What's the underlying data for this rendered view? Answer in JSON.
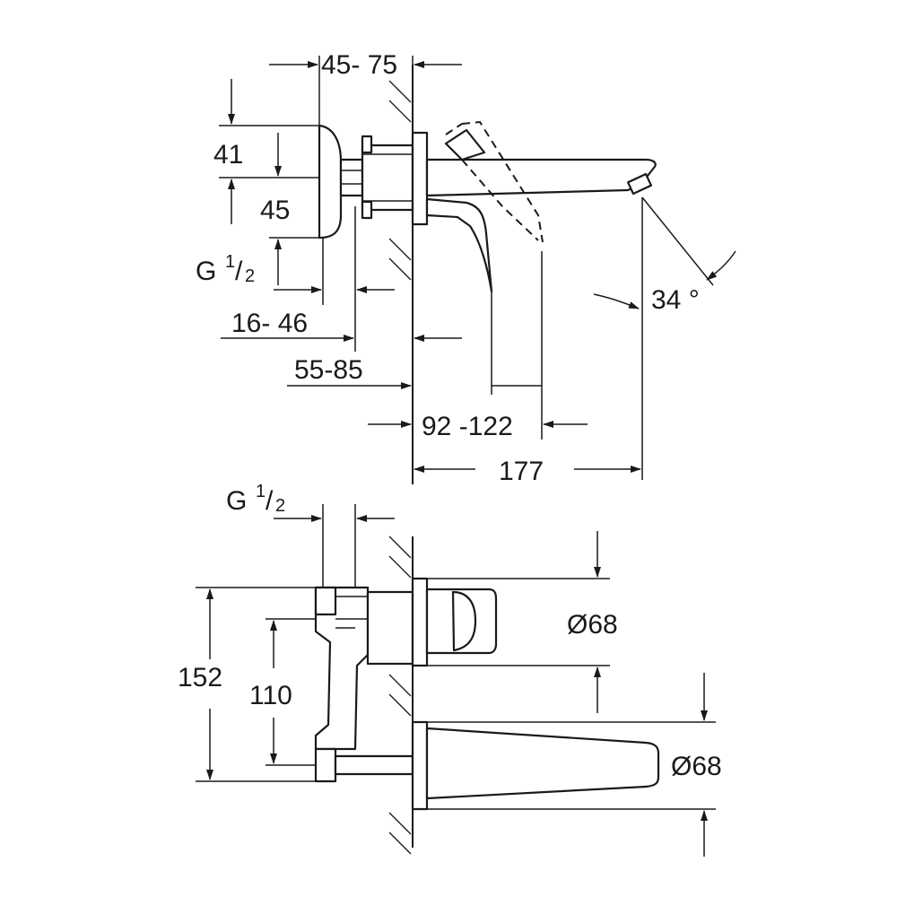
{
  "side_view": {
    "dims": {
      "wall_depth_range": "45- 75",
      "height_upper": "41",
      "height_lower": "45",
      "thread_prefix": "G",
      "thread_num": "1",
      "thread_slash": "/",
      "thread_den": "2",
      "depth_16_46": "16- 46",
      "depth_55_85": "55-85",
      "spout_range": "92 -122",
      "projection": "177",
      "angle": "34 °"
    }
  },
  "front_view": {
    "dims": {
      "thread_prefix": "G",
      "thread_num": "1",
      "thread_slash": "/",
      "thread_den": "2",
      "height_total": "152",
      "height_inner": "110",
      "rosette_dia_upper": "Ø68",
      "rosette_dia_lower": "Ø68"
    }
  }
}
